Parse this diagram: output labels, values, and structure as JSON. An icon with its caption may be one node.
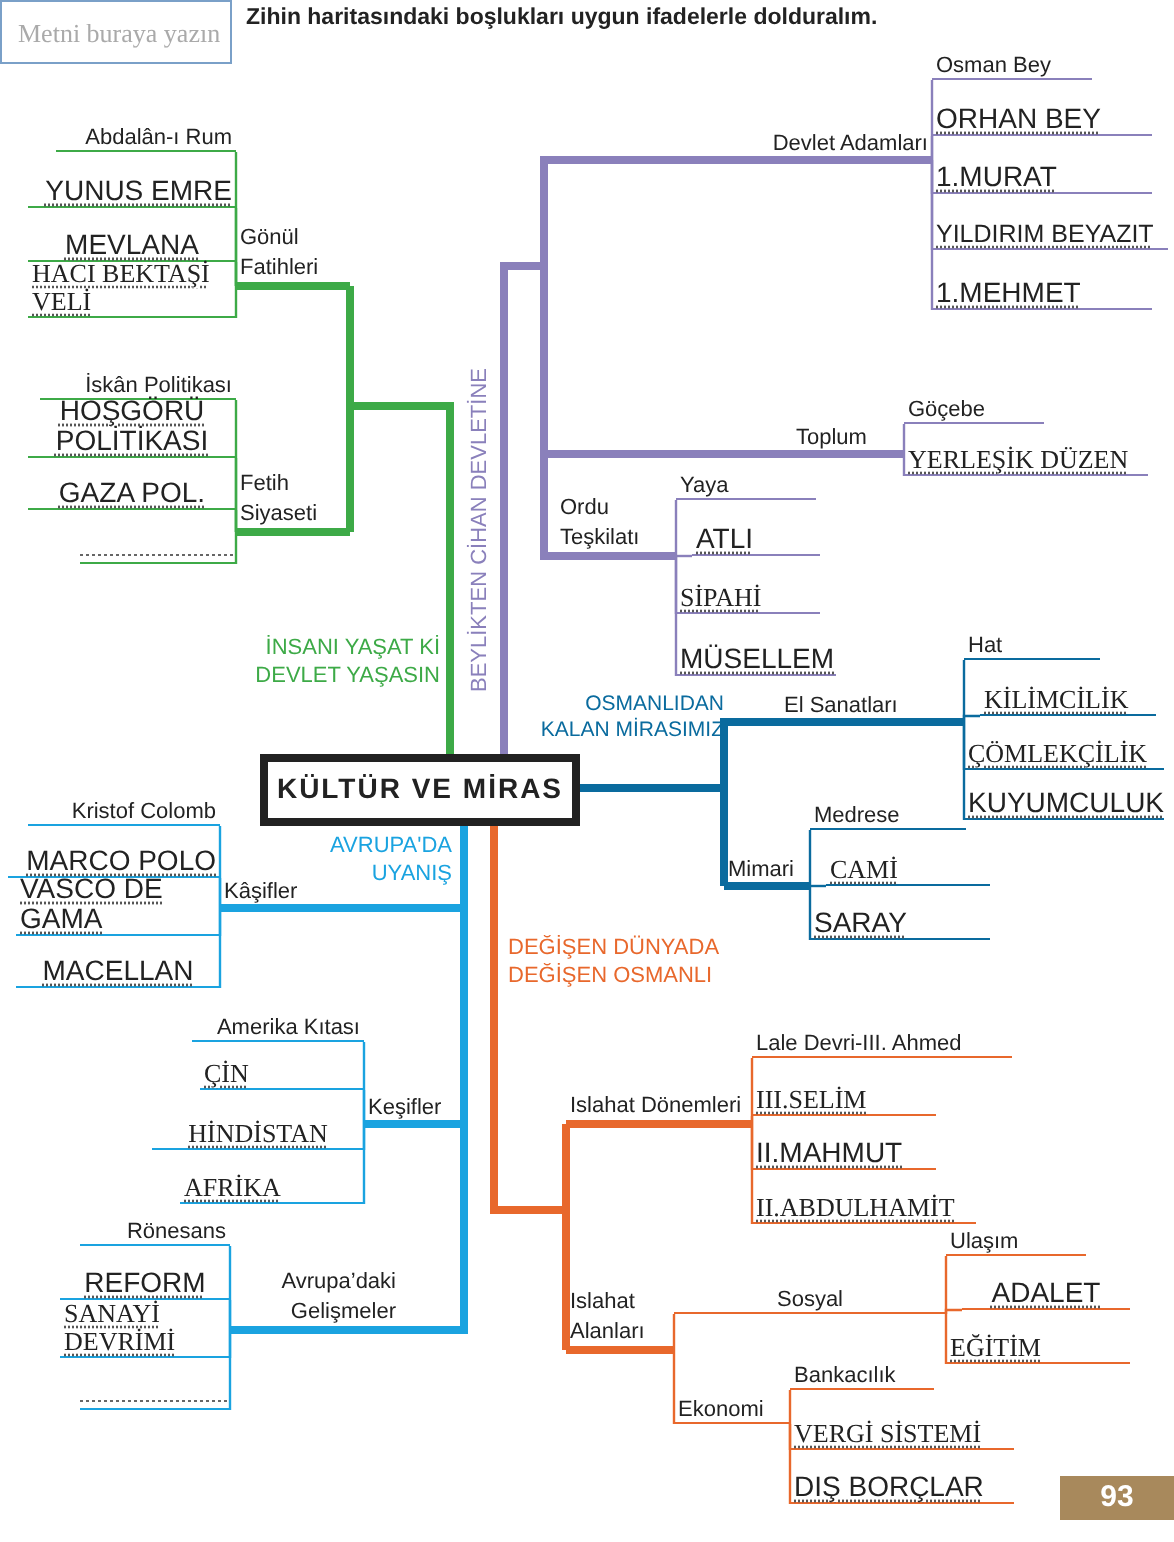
{
  "diagram": {
    "title": "Zihin haritasındaki boşlukları uygun ifadelerle dolduralım.",
    "nodes": [
      {
        "text": [
          "KÜLTÜR VE MİRAS"
        ]
      },
      {
        "text": [
          "Gönül Fatihleri"
        ]
      },
      {
        "text": [
          "Abdalân-ı Rum"
        ]
      },
      {
        "text": [
          "YUNUS EMRE"
        ]
      },
      {
        "text": [
          "MEVLANA"
        ]
      },
      {
        "text": [
          "HACI BEKTAŞİ VELİ"
        ]
      },
      {
        "text": [
          "Fetih Siyaseti"
        ]
      },
      {
        "text": [
          "İskân Politikası"
        ]
      },
      {
        "text": [
          "HOŞGÖRÜ POLİTİKASI"
        ]
      },
      {
        "text": [
          "GAZA POL."
        ]
      },
      {
        "text": [],
        "shape": "line"
      },
      {
        "text": [
          "Devlet Adamları"
        ]
      },
      {
        "text": [
          "Osman Bey"
        ]
      },
      {
        "text": [
          "ORHAN BEY"
        ]
      },
      {
        "text": [
          "1.MURAT"
        ]
      },
      {
        "text": [
          "YILDIRIM BEYAZIT"
        ]
      },
      {
        "text": [
          "1.MEHMET"
        ]
      },
      {
        "text": [
          "Toplum"
        ]
      },
      {
        "text": [
          "Göçebe"
        ]
      },
      {
        "text": [
          "YERLEŞİK DÜZEN"
        ]
      },
      {
        "text": [
          "Ordu Teşkilatı"
        ]
      },
      {
        "text": [
          "Yaya"
        ]
      },
      {
        "text": [
          "ATLI"
        ]
      },
      {
        "text": [
          "SİPAHİ"
        ]
      },
      {
        "text": [
          "MÜSELLEM"
        ]
      },
      {
        "text": [
          "El Sanatları"
        ]
      },
      {
        "text": [
          "Hat"
        ]
      },
      {
        "text": [
          "KİLİMCİLİK"
        ]
      },
      {
        "text": [
          "ÇÖMLEKÇİLİK"
        ]
      },
      {
        "text": [
          "KUYUMCULUK"
        ]
      },
      {
        "text": [
          "Mimari"
        ]
      },
      {
        "text": [
          "Medrese"
        ]
      },
      {
        "text": [
          "CAMİ"
        ]
      },
      {
        "text": [
          "SARAY"
        ]
      },
      {
        "text": [
          "Kâşifler"
        ]
      },
      {
        "text": [
          "Kristof Colomb"
        ]
      },
      {
        "text": [
          "MARCO POLO"
        ]
      },
      {
        "text": [
          "VASCO DE GAMA"
        ]
      },
      {
        "text": [
          "MACELLAN"
        ]
      },
      {
        "text": [
          "Keşifler"
        ]
      },
      {
        "text": [
          "Amerika Kıtası"
        ]
      },
      {
        "text": [
          "ÇİN"
        ]
      },
      {
        "text": [
          "HİNDİSTAN"
        ]
      },
      {
        "text": [
          "AFRİKA"
        ]
      },
      {
        "text": [
          "Avrupa’daki Gelişmeler"
        ]
      },
      {
        "text": [
          "Rönesans"
        ]
      },
      {
        "text": [
          "REFORM"
        ]
      },
      {
        "text": [
          "SANAYİ DEVRİMİ"
        ]
      },
      {
        "text": [],
        "shape": "line"
      },
      {
        "text": [
          "Islahat Dönemleri"
        ]
      },
      {
        "text": [
          "Lale Devri-III. Ahmed"
        ]
      },
      {
        "text": [
          "III.SELİM"
        ]
      },
      {
        "text": [
          "II.MAHMUT"
        ]
      },
      {
        "text": [
          "II.ABDULHAMİT"
        ]
      },
      {
        "text": [
          "Islahat Alanları"
        ]
      },
      {
        "text": [
          "Sosyal"
        ]
      },
      {
        "text": [
          "Ulaşım"
        ]
      },
      {
        "text": [
          "ADALET"
        ]
      },
      {
        "text": [
          "EĞİTİM"
        ]
      },
      {
        "text": [
          "Ekonomi"
        ]
      },
      {
        "text": [
          "Bankacılık"
        ]
      },
      {
        "text": [
          "VERGİ SİSTEMİ"
        ]
      },
      {
        "text": [
          "DIŞ BORÇLAR"
        ]
      }
    ],
    "edges": [
      {
        "from": 0,
        "to": 1,
        "arrow": "none",
        "style": "thick",
        "color": "#3daa47"
      },
      {
        "from": 0,
        "to": 6,
        "arrow": "none",
        "style": "thick",
        "color": "#3daa47"
      },
      {
        "from": 1,
        "to": 2,
        "arrow": "none",
        "color": "#3daa47"
      },
      {
        "from": 1,
        "to": 3,
        "arrow": "none",
        "color": "#3daa47"
      },
      {
        "from": 1,
        "to": 4,
        "arrow": "none",
        "color": "#3daa47"
      },
      {
        "from": 1,
        "to": 5,
        "arrow": "none",
        "color": "#3daa47"
      },
      {
        "from": 6,
        "to": 7,
        "arrow": "none",
        "color": "#3daa47"
      },
      {
        "from": 6,
        "to": 8,
        "arrow": "none",
        "color": "#3daa47"
      },
      {
        "from": 6,
        "to": 9,
        "arrow": "none",
        "color": "#3daa47"
      },
      {
        "from": 6,
        "to": 10,
        "arrow": "none",
        "color": "#3daa47"
      },
      {
        "from": 0,
        "to": 11,
        "arrow": "none",
        "style": "thick",
        "color": "#8a80bb"
      },
      {
        "from": 0,
        "to": 17,
        "arrow": "none",
        "style": "thick",
        "color": "#8a80bb"
      },
      {
        "from": 0,
        "to": 20,
        "arrow": "none",
        "style": "thick",
        "color": "#8a80bb"
      },
      {
        "from": 11,
        "to": 12,
        "arrow": "none",
        "color": "#8a80bb"
      },
      {
        "from": 11,
        "to": 13,
        "arrow": "none",
        "color": "#8a80bb"
      },
      {
        "from": 11,
        "to": 14,
        "arrow": "none",
        "color": "#8a80bb"
      },
      {
        "from": 11,
        "to": 15,
        "arrow": "none",
        "color": "#8a80bb"
      },
      {
        "from": 11,
        "to": 16,
        "arrow": "none",
        "color": "#8a80bb"
      },
      {
        "from": 17,
        "to": 18,
        "arrow": "none",
        "color": "#8a80bb"
      },
      {
        "from": 17,
        "to": 19,
        "arrow": "none",
        "color": "#8a80bb"
      },
      {
        "from": 20,
        "to": 21,
        "arrow": "none",
        "color": "#8a80bb"
      },
      {
        "from": 20,
        "to": 22,
        "arrow": "none",
        "color": "#8a80bb"
      },
      {
        "from": 20,
        "to": 23,
        "arrow": "none",
        "color": "#8a80bb"
      },
      {
        "from": 20,
        "to": 24,
        "arrow": "none",
        "color": "#8a80bb"
      },
      {
        "from": 0,
        "to": 25,
        "arrow": "none",
        "style": "thick",
        "color": "#0a6b9e"
      },
      {
        "from": 0,
        "to": 30,
        "arrow": "none",
        "style": "thick",
        "color": "#0a6b9e"
      },
      {
        "from": 25,
        "to": 26,
        "arrow": "none",
        "color": "#0a6b9e"
      },
      {
        "from": 25,
        "to": 27,
        "arrow": "none",
        "color": "#0a6b9e"
      },
      {
        "from": 25,
        "to": 28,
        "arrow": "none",
        "color": "#0a6b9e"
      },
      {
        "from": 25,
        "to": 29,
        "arrow": "none",
        "color": "#0a6b9e"
      },
      {
        "from": 30,
        "to": 31,
        "arrow": "none",
        "color": "#0a6b9e"
      },
      {
        "from": 30,
        "to": 32,
        "arrow": "none",
        "color": "#0a6b9e"
      },
      {
        "from": 30,
        "to": 33,
        "arrow": "none",
        "color": "#0a6b9e"
      },
      {
        "from": 0,
        "to": 34,
        "arrow": "none",
        "style": "thick",
        "color": "#1aa3e0"
      },
      {
        "from": 0,
        "to": 39,
        "arrow": "none",
        "style": "thick",
        "color": "#1aa3e0"
      },
      {
        "from": 0,
        "to": 44,
        "arrow": "none",
        "style": "thick",
        "color": "#1aa3e0"
      },
      {
        "from": 34,
        "to": 35,
        "arrow": "none",
        "color": "#1aa3e0"
      },
      {
        "from": 34,
        "to": 36,
        "arrow": "none",
        "color": "#1aa3e0"
      },
      {
        "from": 34,
        "to": 37,
        "arrow": "none",
        "color": "#1aa3e0"
      },
      {
        "from": 34,
        "to": 38,
        "arrow": "none",
        "color": "#1aa3e0"
      },
      {
        "from": 39,
        "to": 40,
        "arrow": "none",
        "color": "#1aa3e0"
      },
      {
        "from": 39,
        "to": 41,
        "arrow": "none",
        "color": "#1aa3e0"
      },
      {
        "from": 39,
        "to": 42,
        "arrow": "none",
        "color": "#1aa3e0"
      },
      {
        "from": 39,
        "to": 43,
        "arrow": "none",
        "color": "#1aa3e0"
      },
      {
        "from": 44,
        "to": 45,
        "arrow": "none",
        "color": "#1aa3e0"
      },
      {
        "from": 44,
        "to": 46,
        "arrow": "none",
        "color": "#1aa3e0"
      },
      {
        "from": 44,
        "to": 47,
        "arrow": "none",
        "color": "#1aa3e0"
      },
      {
        "from": 44,
        "to": 48,
        "arrow": "none",
        "color": "#1aa3e0"
      },
      {
        "from": 0,
        "to": 49,
        "arrow": "none",
        "style": "thick",
        "color": "#e8682c"
      },
      {
        "from": 0,
        "to": 54,
        "arrow": "none",
        "style": "thick",
        "color": "#e8682c"
      },
      {
        "from": 49,
        "to": 50,
        "arrow": "none",
        "color": "#e8682c"
      },
      {
        "from": 49,
        "to": 51,
        "arrow": "none",
        "color": "#e8682c"
      },
      {
        "from": 49,
        "to": 52,
        "arrow": "none",
        "color": "#e8682c"
      },
      {
        "from": 49,
        "to": 53,
        "arrow": "none",
        "color": "#e8682c"
      },
      {
        "from": 54,
        "to": 55,
        "arrow": "none",
        "color": "#e8682c"
      },
      {
        "from": 54,
        "to": 59,
        "arrow": "none",
        "color": "#e8682c"
      },
      {
        "from": 55,
        "to": 56,
        "arrow": "none",
        "color": "#e8682c"
      },
      {
        "from": 55,
        "to": 57,
        "arrow": "none",
        "color": "#e8682c"
      },
      {
        "from": 55,
        "to": 58,
        "arrow": "none",
        "color": "#e8682c"
      },
      {
        "from": 59,
        "to": 60,
        "arrow": "none",
        "color": "#e8682c"
      },
      {
        "from": 59,
        "to": 61,
        "arrow": "none",
        "color": "#e8682c"
      },
      {
        "from": 59,
        "to": 62,
        "arrow": "none",
        "color": "#e8682c"
      }
    ],
    "labels": [
      "Metni buraya yazın",
      "BEYLİKTEN CİHAN DEVLETİNE",
      "İNSANI YAŞAT Kİ DEVLET YAŞASIN",
      "OSMANLIDAN KALAN MİRASIMIZ",
      "AVRUPA'DA UYANIŞ",
      "DEĞİŞEN DÜNYADA DEĞİŞEN OSMANLI",
      "93"
    ]
  }
}
